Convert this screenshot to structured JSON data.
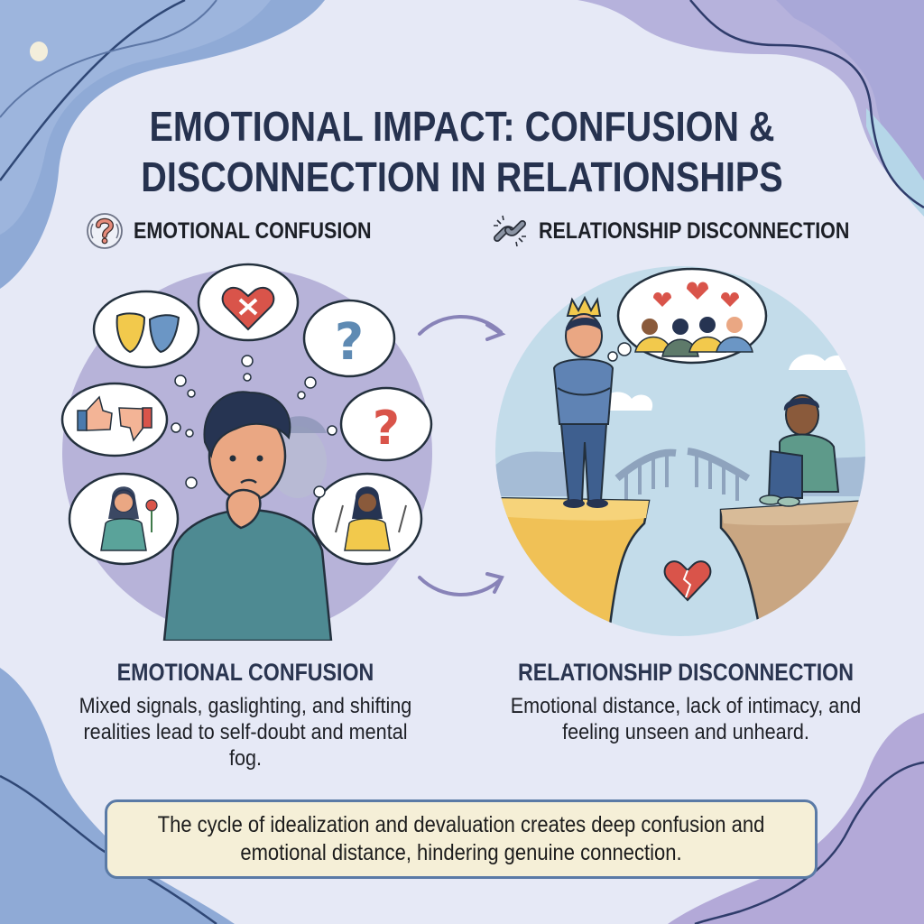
{
  "title": {
    "line1": "EMOTIONAL IMPACT: CONFUSION &",
    "line2": "DISCONNECTION IN RELATIONSHIPS"
  },
  "sections": [
    {
      "id": "confusion",
      "header": "EMOTIONAL CONFUSION",
      "header_icon": "question-mark-icon",
      "caption_title": "EMOTIONAL CONFUSION",
      "caption_body": "Mixed signals, gaslighting, and shifting realities lead to self-doubt and mental fog.",
      "illustration": {
        "description": "Confused man touching chin with faded ghost face behind him, surrounded by thought bubbles",
        "thought_bubbles": [
          "comedy-tragedy-masks",
          "heart-with-x",
          "blue-question-mark",
          "thumbs-up-thumbs-down",
          "red-question-mark",
          "woman-offering-rose",
          "woman-holding-thorns"
        ]
      }
    },
    {
      "id": "disconnection",
      "header": "RELATIONSHIP DISCONNECTION",
      "header_icon": "broken-chain-icon",
      "caption_title": "RELATIONSHIP DISCONNECTION",
      "caption_body": "Emotional distance, lack of intimacy, and feeling unseen and unheard.",
      "illustration": {
        "description": "Crowned man in suit on yellow cliff, sad man sitting on brown cliff, broken bridge between, broken heart below",
        "thought_bubbles": [
          "admiring-crowd-with-hearts"
        ]
      }
    }
  ],
  "footer_note": "The cycle of idealization and devaluation creates deep confusion and emotional distance, hindering genuine connection.",
  "colors": {
    "background": "#e6e9f6",
    "title": "#26324f",
    "blob_blue": "#8faad6",
    "blob_purple": "#b3a9d8",
    "note_bg": "#f5efd7",
    "note_border": "#5a7aa6",
    "left_circle": "#b7b3d9",
    "right_circle": "#c3dcea"
  }
}
